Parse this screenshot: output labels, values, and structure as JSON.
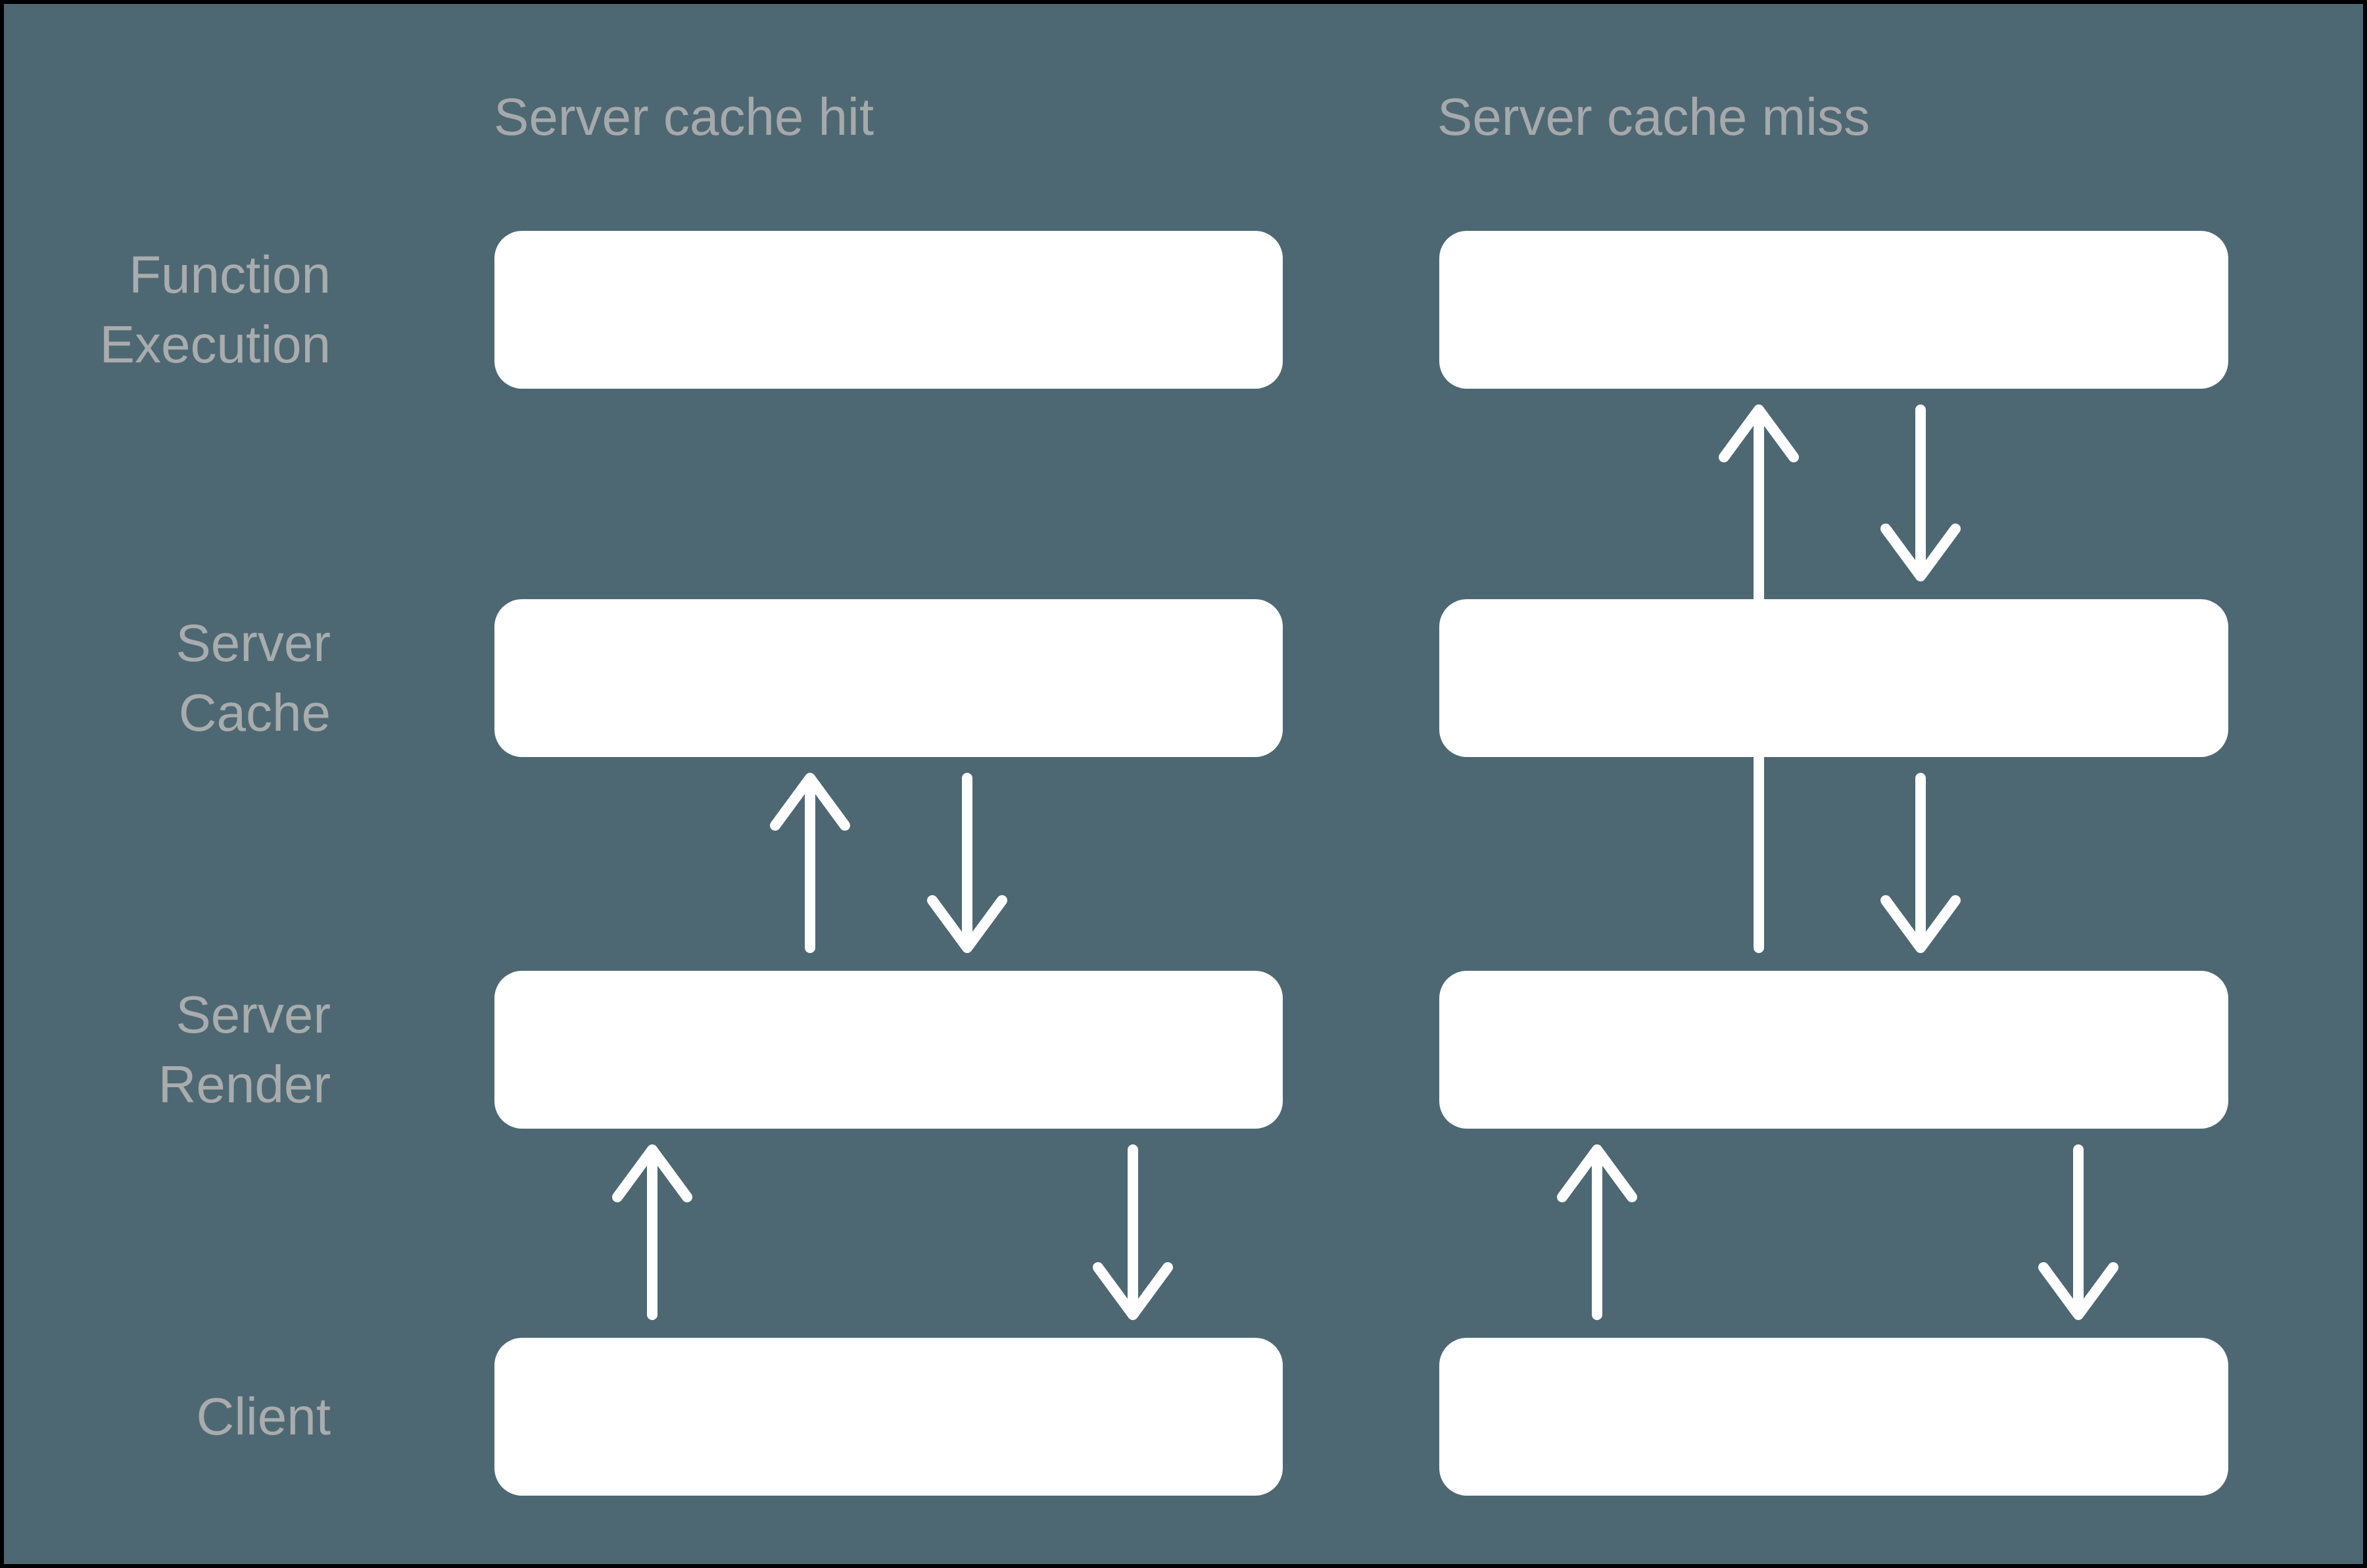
{
  "diagram": {
    "background_color": "#4D6873",
    "border_color": "#000000",
    "box_color": "#FFFFFF",
    "text_color": "#A9ACAD",
    "arrow_color": "#FFFFFF"
  },
  "columns": [
    {
      "id": "hit",
      "title": "Server cache hit"
    },
    {
      "id": "miss",
      "title": "Server cache miss"
    }
  ],
  "rows": [
    {
      "id": "function-execution",
      "label_lines": [
        "Function",
        "Execution"
      ]
    },
    {
      "id": "server-cache",
      "label_lines": [
        "Server",
        "Cache"
      ]
    },
    {
      "id": "server-render",
      "label_lines": [
        "Server",
        "Render"
      ]
    },
    {
      "id": "client",
      "label_lines": [
        "Client"
      ]
    }
  ],
  "arrows": [
    {
      "column": "hit",
      "between": [
        "server-cache",
        "server-render"
      ],
      "dir": "up",
      "x_frac": 0.4
    },
    {
      "column": "hit",
      "between": [
        "server-cache",
        "server-render"
      ],
      "dir": "down",
      "x_frac": 0.6
    },
    {
      "column": "hit",
      "between": [
        "server-render",
        "client"
      ],
      "dir": "up",
      "x_frac": 0.2
    },
    {
      "column": "hit",
      "between": [
        "server-render",
        "client"
      ],
      "dir": "down",
      "x_frac": 0.81
    },
    {
      "column": "miss",
      "between": [
        "function-execution",
        "server-render"
      ],
      "dir": "up",
      "x_frac": 0.405
    },
    {
      "column": "miss",
      "between": [
        "function-execution",
        "server-cache"
      ],
      "dir": "down",
      "x_frac": 0.61
    },
    {
      "column": "miss",
      "between": [
        "server-cache",
        "server-render"
      ],
      "dir": "down",
      "x_frac": 0.61
    },
    {
      "column": "miss",
      "between": [
        "server-render",
        "client"
      ],
      "dir": "up",
      "x_frac": 0.2
    },
    {
      "column": "miss",
      "between": [
        "server-render",
        "client"
      ],
      "dir": "down",
      "x_frac": 0.81
    }
  ]
}
